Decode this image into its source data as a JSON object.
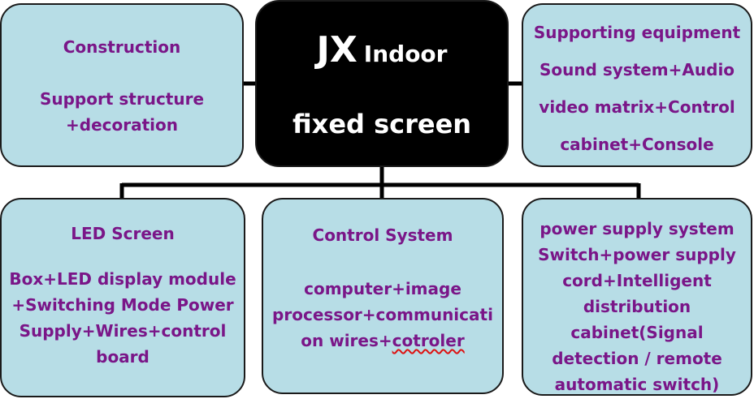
{
  "center": {
    "title_big": "JX",
    "title_small": "Indoor",
    "subtitle": "fixed screen"
  },
  "top_left": {
    "heading": "Construction",
    "lines": [
      "Support structure",
      "+decoration"
    ]
  },
  "top_right": {
    "lines": [
      "Supporting equipment",
      "Sound system+Audio",
      "video matrix+Control",
      "cabinet+Console"
    ]
  },
  "bottom_left": {
    "heading": "LED Screen",
    "lines": [
      "Box+LED display module",
      "+Switching Mode Power",
      "Supply+Wires+control",
      "board"
    ]
  },
  "bottom_middle": {
    "heading": "Control System",
    "lines": [
      "computer+image",
      "processor+communicati",
      "on wires+",
      "cotroler"
    ]
  },
  "bottom_right": {
    "lines": [
      "power supply system",
      "Switch+power supply",
      "cord+Intelligent",
      "distribution",
      "cabinet(Signal",
      "detection / remote",
      "automatic switch)"
    ]
  },
  "colors": {
    "box_fill": "#b7dde6",
    "text_purple": "#7a1688",
    "center_fill": "#000000",
    "connector": "#000000"
  }
}
